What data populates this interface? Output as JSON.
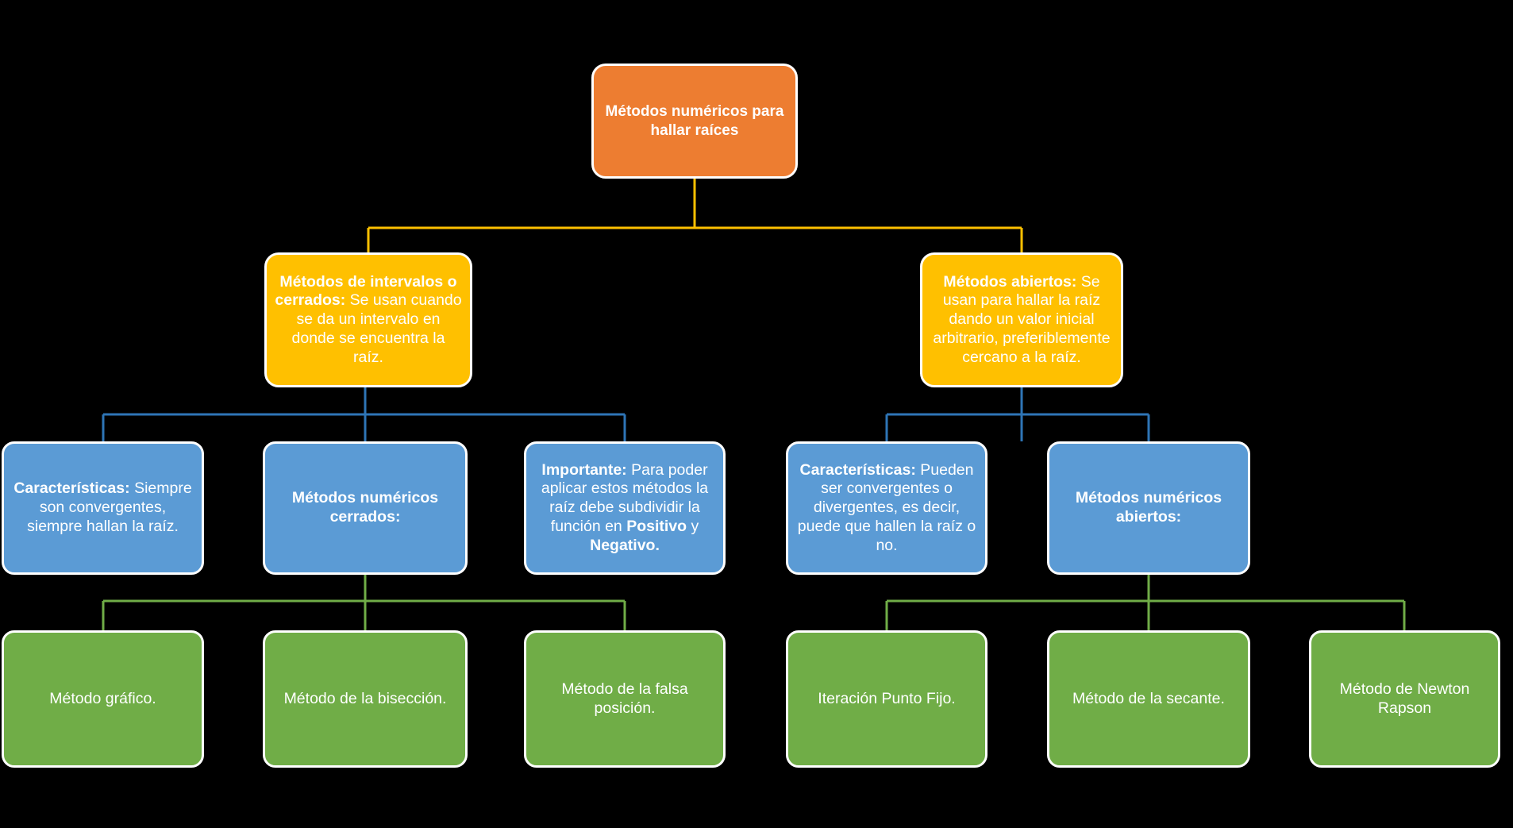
{
  "diagram": {
    "title": "Métodos numéricos para hallar raíces",
    "background_color": "#000000",
    "colors": {
      "root": "#ED7D31",
      "level2": "#FFC000",
      "level3": "#5B9BD5",
      "level4": "#70AD47",
      "node_border": "#FFFFFF",
      "text": "#FFFFFF",
      "connector_level2": "#FFC000",
      "connector_level3": "#2E75B6",
      "connector_level4": "#70AD47"
    },
    "nodes": {
      "root": {
        "label": "Métodos numéricos para hallar raíces"
      },
      "metodos_cerrados_desc": {
        "bold_lead": "Métodos de intervalos o cerrados:",
        "rest": " Se usan cuando se da un intervalo en donde se encuentra la raíz."
      },
      "metodos_abiertos_desc": {
        "bold_lead": "Métodos abiertos:",
        "rest": " Se usan para hallar la raíz dando un valor inicial arbitrario, preferiblemente cercano a la raíz."
      },
      "caracteristicas_cerrados": {
        "bold_lead": "Características:",
        "rest": " Siempre son convergentes, siempre hallan la raíz."
      },
      "metodos_numericos_cerrados": {
        "label": "Métodos numéricos cerrados:"
      },
      "importante": {
        "bold_lead": "Importante:",
        "part1": " Para poder aplicar estos métodos la raíz debe subdividir la función en ",
        "bold_mid": "Positivo",
        "part2": " y ",
        "bold_end": "Negativo."
      },
      "caracteristicas_abiertos": {
        "bold_lead": "Características:",
        "rest": " Pueden ser convergentes o divergentes, es decir, puede que hallen la raíz o no."
      },
      "metodos_numericos_abiertos": {
        "label": "Métodos numéricos abiertos:"
      },
      "metodo_grafico": {
        "label": "Método gráfico."
      },
      "metodo_biseccion": {
        "label": "Método de la bisección."
      },
      "metodo_falsa_posicion": {
        "label": "Método de la falsa posición."
      },
      "iteracion_punto_fijo": {
        "label": "Iteración Punto Fijo."
      },
      "metodo_secante": {
        "label": "Método de la secante."
      },
      "metodo_newton_rapson": {
        "label": "Método de Newton Rapson"
      }
    }
  }
}
